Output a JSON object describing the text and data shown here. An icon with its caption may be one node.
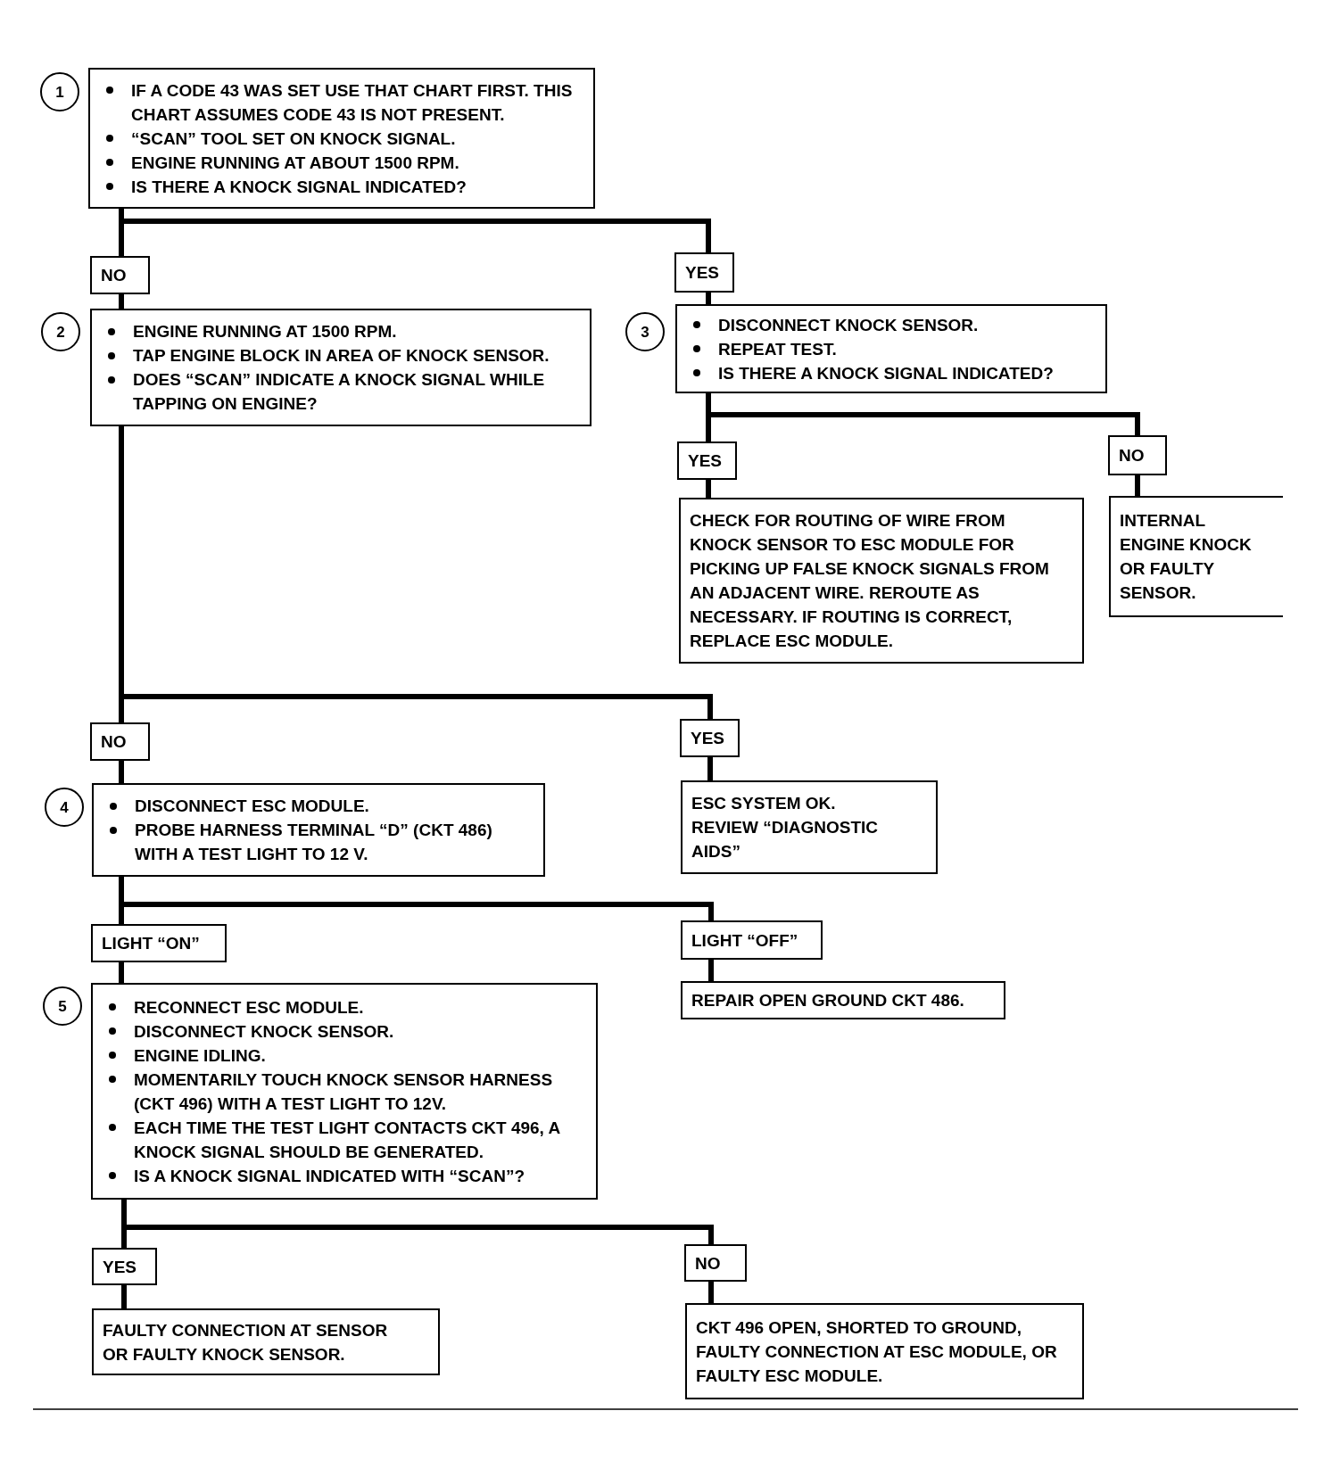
{
  "diagram": {
    "nodes": [
      {
        "text": [
          "1"
        ]
      },
      {
        "text": [
          "IF A CODE 43 WAS SET USE THAT CHART FIRST. THIS CHART ASSUMES CODE 43 IS NOT PRESENT.",
          "“SCAN” TOOL SET ON KNOCK SIGNAL.",
          "ENGINE RUNNING AT ABOUT 1500 RPM.",
          "IS THERE A KNOCK SIGNAL INDICATED?"
        ]
      },
      {
        "text": [
          "NO"
        ]
      },
      {
        "text": [
          "YES"
        ]
      },
      {
        "text": [
          "2"
        ]
      },
      {
        "text": [
          "ENGINE RUNNING AT 1500 RPM.",
          "TAP ENGINE BLOCK IN AREA OF KNOCK SENSOR.",
          "DOES “SCAN” INDICATE A KNOCK SIGNAL WHILE TAPPING ON ENGINE?"
        ]
      },
      {
        "text": [
          "3"
        ]
      },
      {
        "text": [
          "DISCONNECT KNOCK SENSOR.",
          "REPEAT TEST.",
          "IS THERE A KNOCK SIGNAL INDICATED?"
        ]
      },
      {
        "text": [
          "YES"
        ]
      },
      {
        "text": [
          "NO"
        ]
      },
      {
        "text": [
          "CHECK FOR ROUTING OF WIRE FROM KNOCK SENSOR TO ESC MODULE FOR PICKING UP FALSE KNOCK SIGNALS FROM AN ADJACENT WIRE. REROUTE AS NECESSARY. IF ROUTING IS CORRECT, REPLACE ESC MODULE."
        ]
      },
      {
        "text": [
          "INTERNAL ENGINE KNOCK OR FAULTY SENSOR."
        ]
      },
      {
        "text": [
          "NO"
        ]
      },
      {
        "text": [
          "YES"
        ]
      },
      {
        "text": [
          "4"
        ]
      },
      {
        "text": [
          "DISCONNECT ESC MODULE.",
          "PROBE HARNESS TERMINAL “D” (CKT 486) WITH A TEST LIGHT TO 12 V."
        ]
      },
      {
        "text": [
          "ESC SYSTEM OK.",
          "REVIEW “DIAGNOSTIC AIDS”"
        ]
      },
      {
        "text": [
          "LIGHT “ON”"
        ]
      },
      {
        "text": [
          "LIGHT “OFF”"
        ]
      },
      {
        "text": [
          "5"
        ]
      },
      {
        "text": [
          "RECONNECT ESC MODULE.",
          "DISCONNECT KNOCK SENSOR.",
          "ENGINE IDLING.",
          "MOMENTARILY TOUCH KNOCK SENSOR HARNESS (CKT 496) WITH A TEST LIGHT TO 12V.",
          "EACH TIME THE TEST LIGHT CONTACTS CKT 496, A KNOCK SIGNAL SHOULD BE GENERATED.",
          "IS A KNOCK SIGNAL INDICATED WITH “SCAN”?"
        ]
      },
      {
        "text": [
          "REPAIR OPEN GROUND CKT 486."
        ]
      },
      {
        "text": [
          "YES"
        ]
      },
      {
        "text": [
          "NO"
        ]
      },
      {
        "text": [
          "FAULTY CONNECTION AT SENSOR OR FAULTY KNOCK SENSOR."
        ]
      },
      {
        "text": [
          "CKT 496 OPEN, SHORTED TO GROUND, FAULTY CONNECTION AT ESC MODULE, OR FAULTY ESC MODULE."
        ]
      }
    ],
    "edges": [
      {
        "from": 1,
        "to": 2,
        "arrow": "none"
      },
      {
        "from": 2,
        "to": 5,
        "arrow": "none"
      },
      {
        "from": 1,
        "to": 3,
        "arrow": "none"
      },
      {
        "from": 3,
        "to": 7,
        "arrow": "none"
      },
      {
        "from": 7,
        "to": 8,
        "arrow": "none"
      },
      {
        "from": 8,
        "to": 10,
        "arrow": "none"
      },
      {
        "from": 7,
        "to": 9,
        "arrow": "none"
      },
      {
        "from": 9,
        "to": 11,
        "arrow": "none"
      },
      {
        "from": 5,
        "to": 12,
        "arrow": "none"
      },
      {
        "from": 12,
        "to": 15,
        "arrow": "none"
      },
      {
        "from": 5,
        "to": 13,
        "arrow": "none"
      },
      {
        "from": 13,
        "to": 16,
        "arrow": "none"
      },
      {
        "from": 15,
        "to": 17,
        "arrow": "none"
      },
      {
        "from": 17,
        "to": 20,
        "arrow": "none"
      },
      {
        "from": 15,
        "to": 18,
        "arrow": "none"
      },
      {
        "from": 18,
        "to": 21,
        "arrow": "none"
      },
      {
        "from": 20,
        "to": 22,
        "arrow": "none"
      },
      {
        "from": 22,
        "to": 24,
        "arrow": "none"
      },
      {
        "from": 20,
        "to": 23,
        "arrow": "none"
      },
      {
        "from": 23,
        "to": 25,
        "arrow": "none"
      }
    ]
  }
}
